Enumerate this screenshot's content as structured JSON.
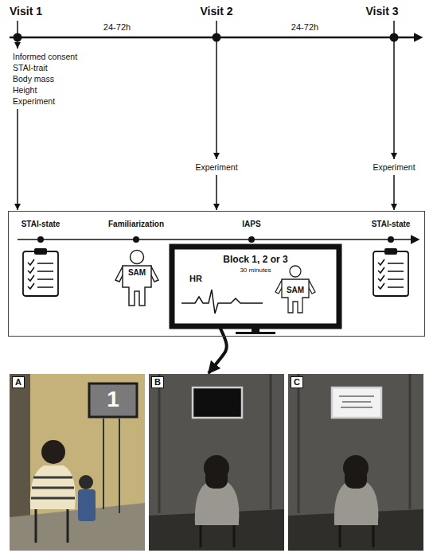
{
  "diagram": {
    "nodes": [
      {
        "text": [
          "Visit 1"
        ]
      },
      {
        "text": [
          "Visit 2"
        ]
      },
      {
        "text": [
          "Visit 3"
        ]
      },
      {
        "text": [
          "Informed consent",
          "STAI-trait",
          "Body mass",
          "Height",
          "Experiment"
        ]
      },
      {
        "text": [
          "Experiment"
        ]
      },
      {
        "text": [
          "Experiment"
        ]
      },
      {
        "text": [
          "STAI-state",
          "Familiarization",
          "IAPS",
          "STAI-state"
        ]
      },
      {
        "text": [
          "SAM"
        ],
        "in": 6
      },
      {
        "text": [
          "Block 1, 2 or 3",
          "30 minutes",
          "HR",
          "SAM"
        ],
        "in": 6
      },
      {
        "text": [
          "A"
        ]
      },
      {
        "text": [
          "B"
        ]
      },
      {
        "text": [
          "C"
        ]
      }
    ],
    "edges": [
      {
        "from": 0,
        "to": 3,
        "arrow": "to"
      },
      {
        "from": 1,
        "to": 4,
        "arrow": "to"
      },
      {
        "from": 2,
        "to": 5,
        "arrow": "to"
      },
      {
        "from": 3,
        "to": 6,
        "arrow": "to"
      },
      {
        "from": 4,
        "to": 6,
        "arrow": "to"
      },
      {
        "from": 5,
        "to": 6,
        "arrow": "to"
      },
      {
        "from": 8,
        "to": 10,
        "arrow": "to"
      }
    ],
    "labels": [
      "24-72h",
      "24-72h",
      "1"
    ]
  }
}
